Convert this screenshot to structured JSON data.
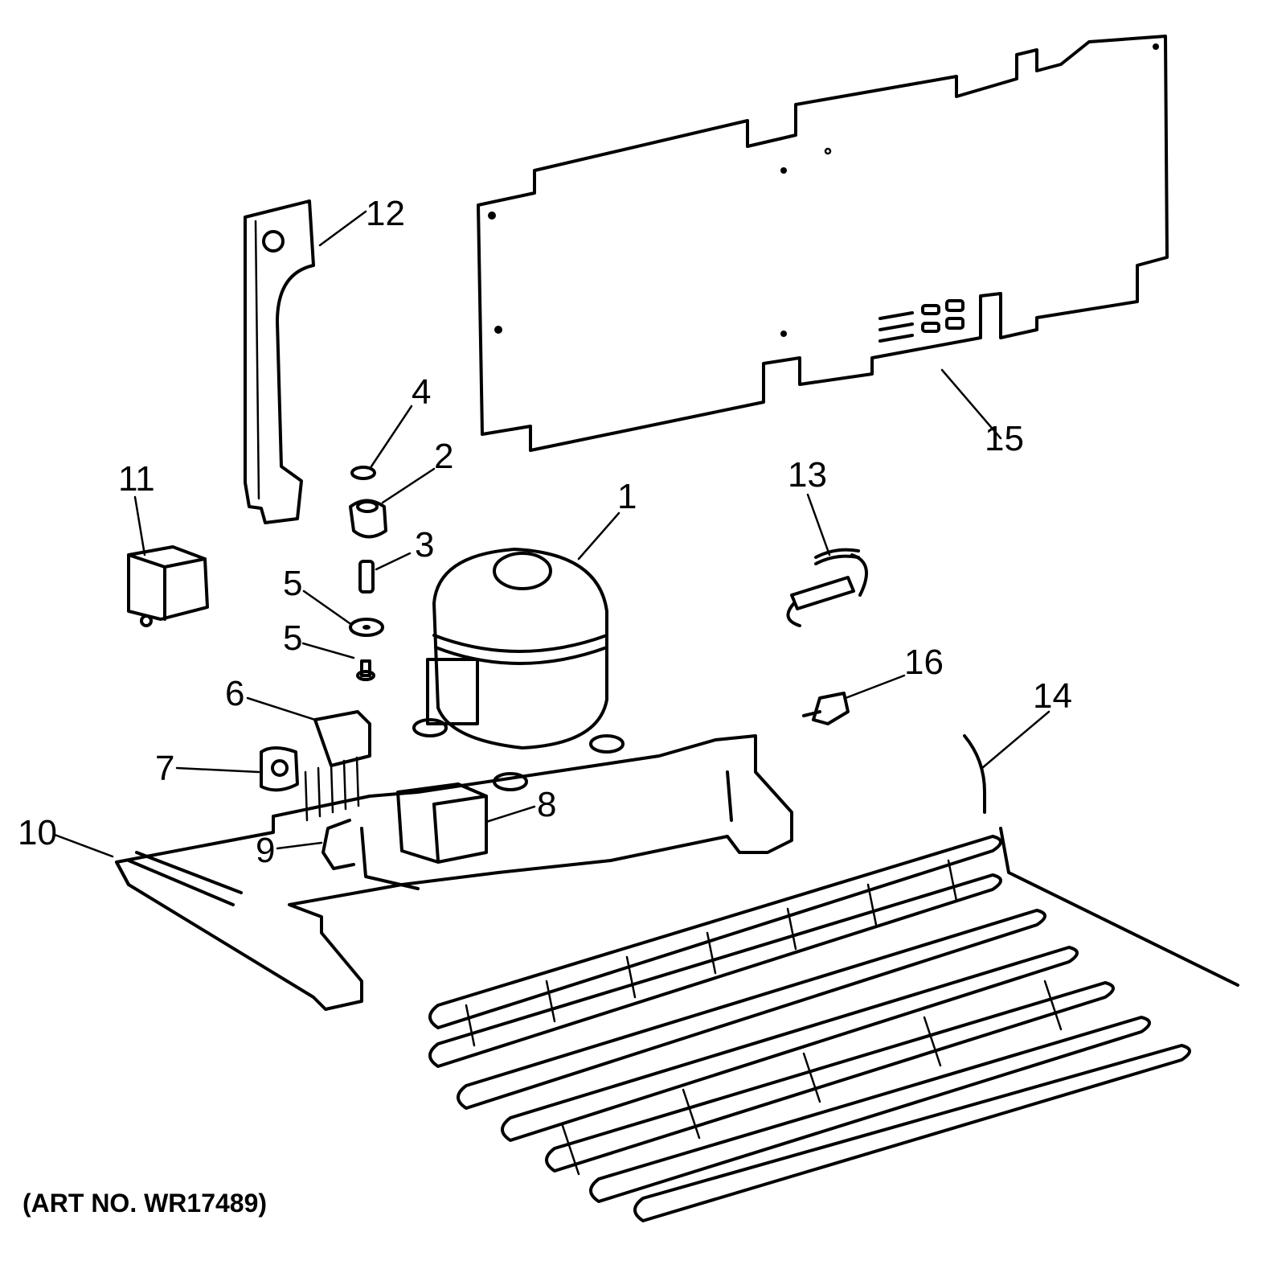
{
  "art_no": "(ART NO. WR17489)",
  "callouts": {
    "p1": "1",
    "p2": "2",
    "p3": "3",
    "p4": "4",
    "p5a": "5",
    "p5b": "5",
    "p6": "6",
    "p7": "7",
    "p8": "8",
    "p9": "9",
    "p10": "10",
    "p11": "11",
    "p12": "12",
    "p13": "13",
    "p14": "14",
    "p15": "15",
    "p16": "16"
  }
}
